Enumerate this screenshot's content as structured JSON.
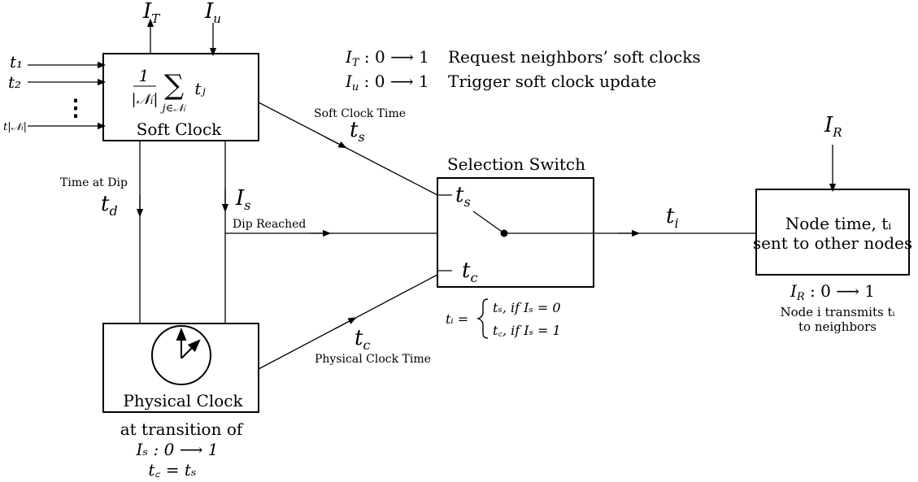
{
  "soft_clock": {
    "title": "Soft Clock",
    "formula_num": "1",
    "formula_den": "|𝒩ᵢ|",
    "formula_sum": "∑",
    "formula_sub": "j∈𝒩ᵢ",
    "formula_term": "tⱼ",
    "inputs": [
      "t₁",
      "t₂",
      "t|𝒩ᵢ|"
    ],
    "vdots": "⋮",
    "top_out": "I",
    "top_out_sub": "T",
    "top_in": "I",
    "top_in_sub": "u"
  },
  "legend": {
    "line1_lhs": "I",
    "line1_sub": "T",
    "line1_rhs": " : 0 ⟶ 1",
    "line1_text": "Request neighbors’ soft clocks",
    "line2_lhs": "I",
    "line2_sub": "u",
    "line2_rhs": " : 0 ⟶ 1",
    "line2_text": "Trigger soft clock update"
  },
  "soft_clock_time": {
    "caption": "Soft Clock Time",
    "var": "t",
    "var_sub": "s"
  },
  "time_at_dip": {
    "caption": "Time at Dip",
    "var": "t",
    "var_sub": "d"
  },
  "dip_reached": {
    "caption": "Dip Reached",
    "var": "I",
    "var_sub": "s"
  },
  "selection_switch": {
    "title": "Selection Switch",
    "in_top": "t",
    "in_top_sub": "s",
    "in_bottom": "t",
    "in_bottom_sub": "c",
    "eq_lhs": "tᵢ =",
    "case1": "tₛ,   if Iₛ = 0",
    "case2": "t꜀,   if Iₛ = 1"
  },
  "output_signal": {
    "var": "t",
    "var_sub": "i"
  },
  "node_time": {
    "line1": "Node time, tᵢ",
    "line2": "sent to other nodes",
    "input": "I",
    "input_sub": "R",
    "note_eq": "I",
    "note_eq_sub": "R",
    "note_eq_rhs": " : 0 ⟶ 1",
    "note_line1": "Node i transmits tᵢ",
    "note_line2": "to neighbors"
  },
  "physical_clock": {
    "title": "Physical Clock",
    "note_line1": "at transition of",
    "note_line2": "Iₛ : 0 ⟶ 1",
    "note_line3": "t꜀ = tₛ"
  },
  "physical_clock_time": {
    "caption": "Physical Clock Time",
    "var": "t",
    "var_sub": "c"
  }
}
